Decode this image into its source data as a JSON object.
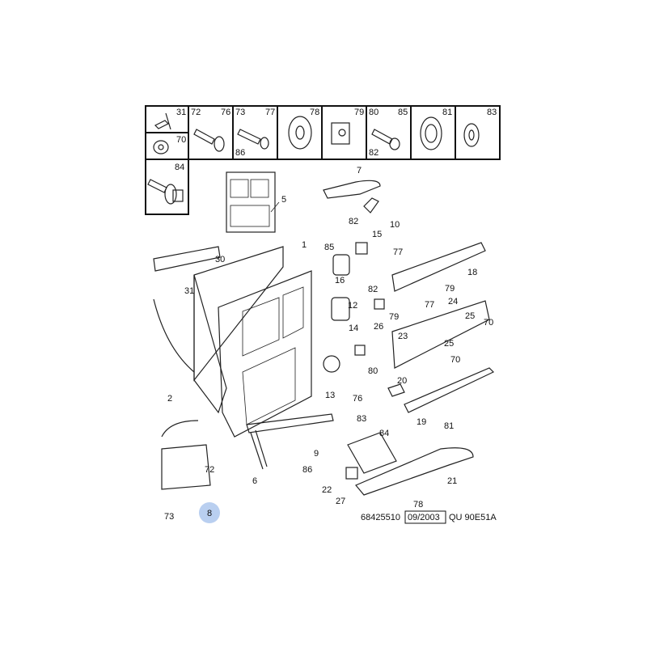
{
  "fastener_table": {
    "cells": [
      {
        "labels": [
          "31"
        ],
        "icon": "push-clip"
      },
      {
        "labels": [
          "70"
        ],
        "icon": "nut"
      },
      {
        "labels": [
          "72",
          "76"
        ],
        "icon": "shouldered-bolt"
      },
      {
        "labels": [
          "73",
          "77",
          "86"
        ],
        "icon": "screw"
      },
      {
        "labels": [
          "78"
        ],
        "icon": "washer-nut"
      },
      {
        "labels": [
          "79"
        ],
        "icon": "cage-nut"
      },
      {
        "labels": [
          "80",
          "85",
          "82"
        ],
        "icon": "screw"
      },
      {
        "labels": [
          "81"
        ],
        "icon": "flange-nut"
      },
      {
        "labels": [
          "83"
        ],
        "icon": "washer"
      },
      {
        "labels": [
          "84"
        ],
        "icon": "bolt-with-washer"
      }
    ]
  },
  "callouts": [
    "30",
    "31",
    "1",
    "85",
    "15",
    "77",
    "18",
    "7",
    "82",
    "10",
    "16",
    "82",
    "79",
    "12",
    "26",
    "79",
    "77",
    "24",
    "23",
    "25",
    "70",
    "25",
    "70",
    "14",
    "80",
    "13",
    "20",
    "76",
    "19",
    "81",
    "2",
    "83",
    "84",
    "9",
    "86",
    "72",
    "6",
    "22",
    "27",
    "21",
    "78",
    "73",
    "8",
    "5"
  ],
  "highlighted_callout": "8",
  "highlight_color": "#b9cff0",
  "footer": {
    "part_number": "68425510",
    "date": "09/2003",
    "code": "QU 90E51A"
  }
}
